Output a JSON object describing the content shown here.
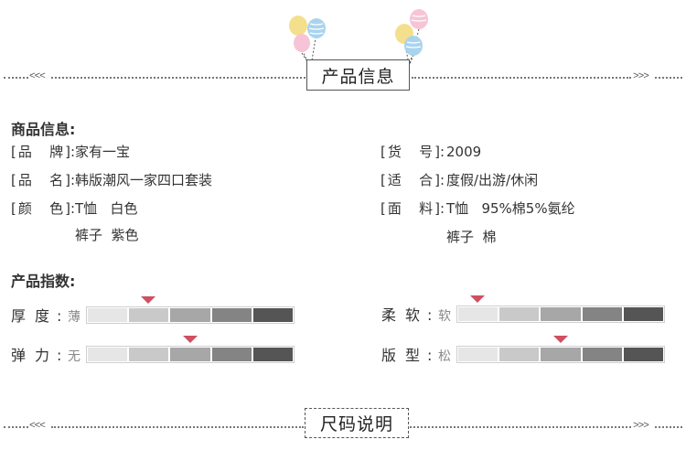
{
  "header": {
    "title": "产品信息",
    "left_arrows": "<<<",
    "right_arrows": ">>>"
  },
  "info": {
    "heading": "商品信息:",
    "left": [
      {
        "label_chars": [
          "品",
          "牌"
        ],
        "value": "家有一宝",
        "cont": ""
      },
      {
        "label_chars": [
          "品",
          "名"
        ],
        "value": "韩版潮风一家四口套装",
        "cont": ""
      },
      {
        "label_chars": [
          "颜",
          "色"
        ],
        "value": "T恤   白色",
        "cont": "裤子  紫色"
      }
    ],
    "right": [
      {
        "label_chars": [
          "货",
          "号"
        ],
        "value": "2009",
        "cont": ""
      },
      {
        "label_chars": [
          "适",
          "合"
        ],
        "value": "度假/出游/休闲",
        "cont": ""
      },
      {
        "label_chars": [
          "面",
          "料"
        ],
        "value": "T恤   95%棉5%氨纶",
        "cont": "裤子  棉"
      }
    ],
    "bracket_open": "[",
    "bracket_close": "]:"
  },
  "index": {
    "heading": "产品指数:",
    "scale_levels": 5,
    "items": [
      {
        "label_chars": [
          "厚",
          "度"
        ],
        "low": "薄",
        "level": 2
      },
      {
        "label_chars": [
          "弹",
          "力"
        ],
        "low": "无",
        "level": 3
      },
      {
        "label_chars": [
          "柔",
          "软"
        ],
        "low": "软",
        "level": 1
      },
      {
        "label_chars": [
          "版",
          "型"
        ],
        "low": "松",
        "level": 3
      }
    ],
    "colon": ":"
  },
  "footer": {
    "title": "尺码说明",
    "left_arrows": "<<<",
    "right_arrows": ">>>"
  },
  "colors": {
    "marker": "#cf4f63",
    "balloon_yellow": "#f4e08c",
    "balloon_blue": "#a9d4ef",
    "balloon_pink": "#f6c4d6"
  },
  "icons": [
    "balloons-left-icon",
    "balloons-right-icon"
  ]
}
